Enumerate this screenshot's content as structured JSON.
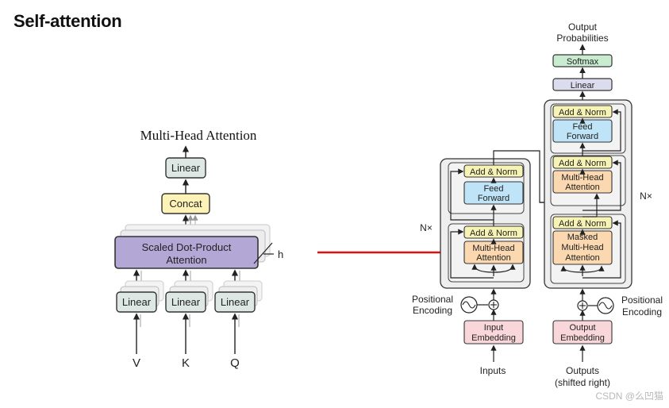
{
  "page": {
    "title": "Self-attention"
  },
  "mha": {
    "heading": "Multi-Head Attention",
    "linear_top": "Linear",
    "concat": "Concat",
    "sdpa_line1": "Scaled Dot-Product",
    "sdpa_line2": "Attention",
    "h_label": "h",
    "linear_v": "Linear",
    "linear_k": "Linear",
    "linear_q": "Linear",
    "input_v": "V",
    "input_k": "K",
    "input_q": "Q"
  },
  "transformer": {
    "output_probs_line1": "Output",
    "output_probs_line2": "Probabilities",
    "softmax": "Softmax",
    "linear": "Linear",
    "enc_add_norm_top": "Add & Norm",
    "enc_ff_line1": "Feed",
    "enc_ff_line2": "Forward",
    "enc_add_norm_bottom": "Add & Norm",
    "enc_mha_line1": "Multi-Head",
    "enc_mha_line2": "Attention",
    "enc_nx": "N×",
    "dec_add_norm_top": "Add & Norm",
    "dec_ff_line1": "Feed",
    "dec_ff_line2": "Forward",
    "dec_add_norm_mid": "Add & Norm",
    "dec_mha_line1": "Multi-Head",
    "dec_mha_line2": "Attention",
    "dec_add_norm_bottom": "Add & Norm",
    "dec_masked_line1": "Masked",
    "dec_masked_line2": "Multi-Head",
    "dec_masked_line3": "Attention",
    "dec_nx": "N×",
    "pos_enc_left_line1": "Positional",
    "pos_enc_left_line2": "Encoding",
    "pos_enc_right_line1": "Positional",
    "pos_enc_right_line2": "Encoding",
    "input_embedding_line1": "Input",
    "input_embedding_line2": "Embedding",
    "output_embedding_line1": "Output",
    "output_embedding_line2": "Embedding",
    "inputs": "Inputs",
    "outputs_line1": "Outputs",
    "outputs_line2": "(shifted right)"
  },
  "watermark": "CSDN @么凹猫",
  "colors": {
    "linear_fill": "#dde8e4",
    "concat_fill": "#fdf3b6",
    "sdpa_fill": "#b3a7d6",
    "softmax_fill": "#c9ecd0",
    "transformer_linear_fill": "#dcdcef",
    "add_norm_fill": "#f6f3b4",
    "feed_forward_fill": "#bfe4f7",
    "attention_fill": "#fbd8b0",
    "embedding_fill": "#f8d6d9",
    "block_bg": "#eeeeee",
    "arrow_red": "#e01010"
  },
  "icons": [
    "arrow-icon",
    "sum-circle-icon",
    "sine-wave-icon"
  ]
}
